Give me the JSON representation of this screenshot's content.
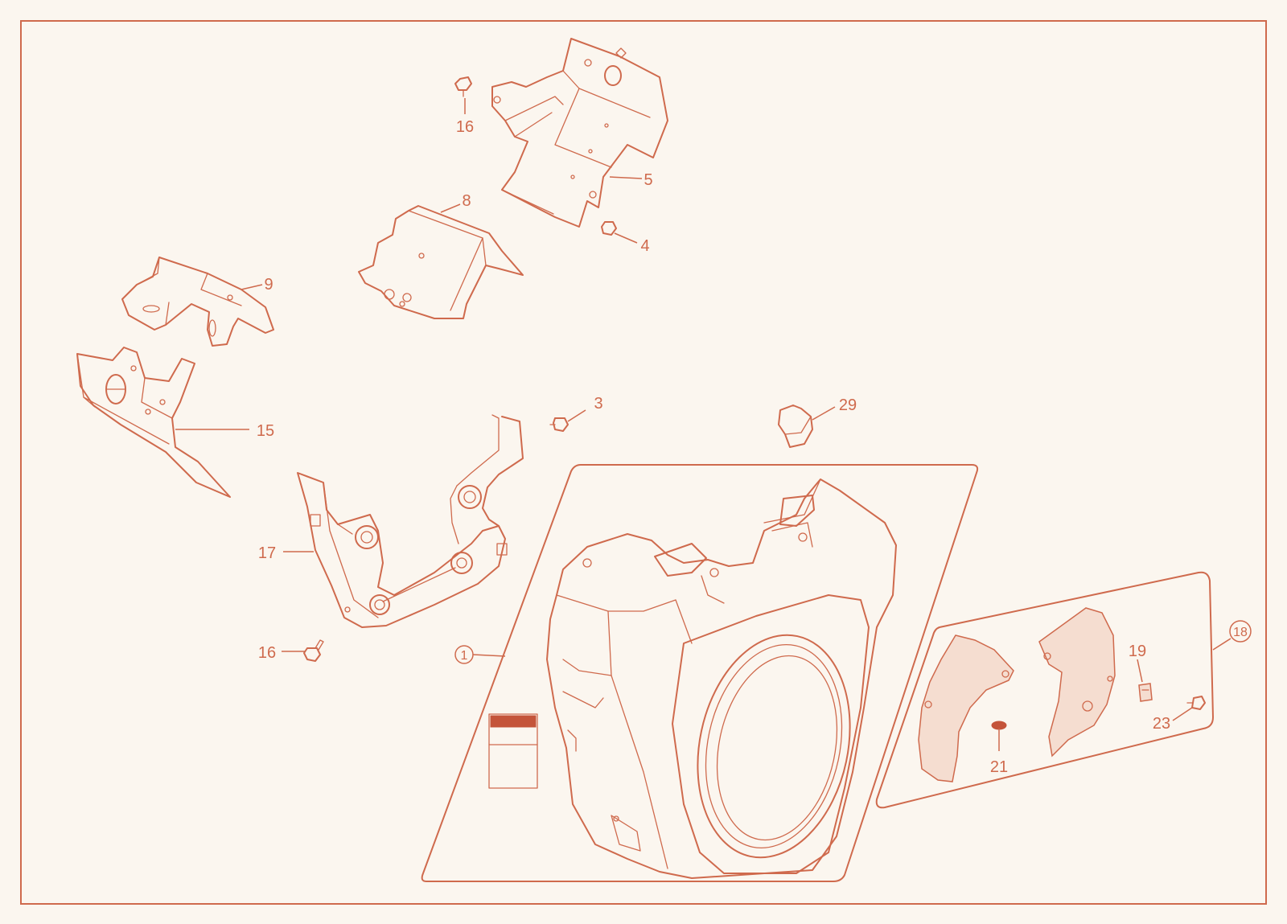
{
  "diagram": {
    "colors": {
      "line": "#cf6a4d",
      "background": "#fbf6ef",
      "accent_fill": "#f5ddd0"
    },
    "callouts": [
      {
        "id": "c16a",
        "text": "16"
      },
      {
        "id": "c5",
        "text": "5"
      },
      {
        "id": "c8",
        "text": "8"
      },
      {
        "id": "c4",
        "text": "4"
      },
      {
        "id": "c9",
        "text": "9"
      },
      {
        "id": "c15",
        "text": "15"
      },
      {
        "id": "c3",
        "text": "3"
      },
      {
        "id": "c29",
        "text": "29"
      },
      {
        "id": "c17",
        "text": "17"
      },
      {
        "id": "c16b",
        "text": "16"
      },
      {
        "id": "c1",
        "text": "1"
      },
      {
        "id": "c18",
        "text": "18"
      },
      {
        "id": "c19",
        "text": "19"
      },
      {
        "id": "c23",
        "text": "23"
      },
      {
        "id": "c21",
        "text": "21"
      }
    ]
  }
}
